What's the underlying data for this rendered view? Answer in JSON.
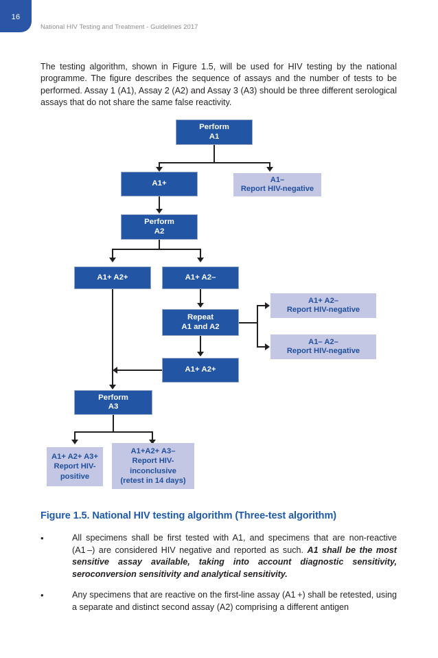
{
  "page": {
    "number": "16",
    "running_header": "National HIV Testing and Treatment - Guidelines 2017"
  },
  "intro": {
    "paragraph": "The testing algorithm, shown in Figure 1.5, will be used for HIV testing by the national programme. The figure describes the sequence of assays and the number of tests to be performed. Assay 1 (A1), Assay 2 (A2) and Assay 3 (A3) should be three different serological assays that do not share the same false reactivity."
  },
  "figure": {
    "caption": "Figure 1.5. National HIV testing algorithm (Three-test algorithm)",
    "nodes": {
      "perform_a1": "Perform\nA1",
      "a1_positive": "A1+",
      "a1_negative_report": "A1–\nReport HIV-negative",
      "perform_a2": "Perform\nA2",
      "a1p_a2p": "A1+ A2+",
      "a1p_a2n": "A1+ A2–",
      "repeat_a1_a2": "Repeat\nA1 and A2",
      "a1p_a2n_report": "A1+ A2–\nReport HIV-negative",
      "a1n_a2n_report": "A1– A2–\nReport HIV-negative",
      "a1p_a2p_repeat": "A1+ A2+",
      "perform_a3": "Perform\nA3",
      "a1p_a2p_a3p_report": "A1+ A2+ A3+\nReport HIV-\npositive",
      "a1p_a2p_a3n_report": "A1+A2+ A3–\nReport HIV-\ninconclusive\n(retest in 14 days)"
    }
  },
  "bullets": [
    {
      "marker": "•",
      "text_plain": "All specimens shall be first tested with A1, and specimens that are non-reactive (A1 –) are considered HIV negative and reported as such. ",
      "text_emphasis": "A1 shall be the most sensitive assay available, taking into account diagnostic sensitivity, seroconversion sensitivity and analytical sensitivity."
    },
    {
      "marker": "•",
      "text_plain": "Any specimens that are reactive on the first-line assay (A1 +) shall be retested, using a separate and distinct second assay (A2) comprising a different antigen",
      "text_emphasis": ""
    }
  ],
  "colors": {
    "brand_blue": "#2255a4",
    "light_blue": "#c3c7e3",
    "caption_blue": "#1f5aa8",
    "header_grey": "#8d8d8d",
    "body_text": "#231f20"
  }
}
